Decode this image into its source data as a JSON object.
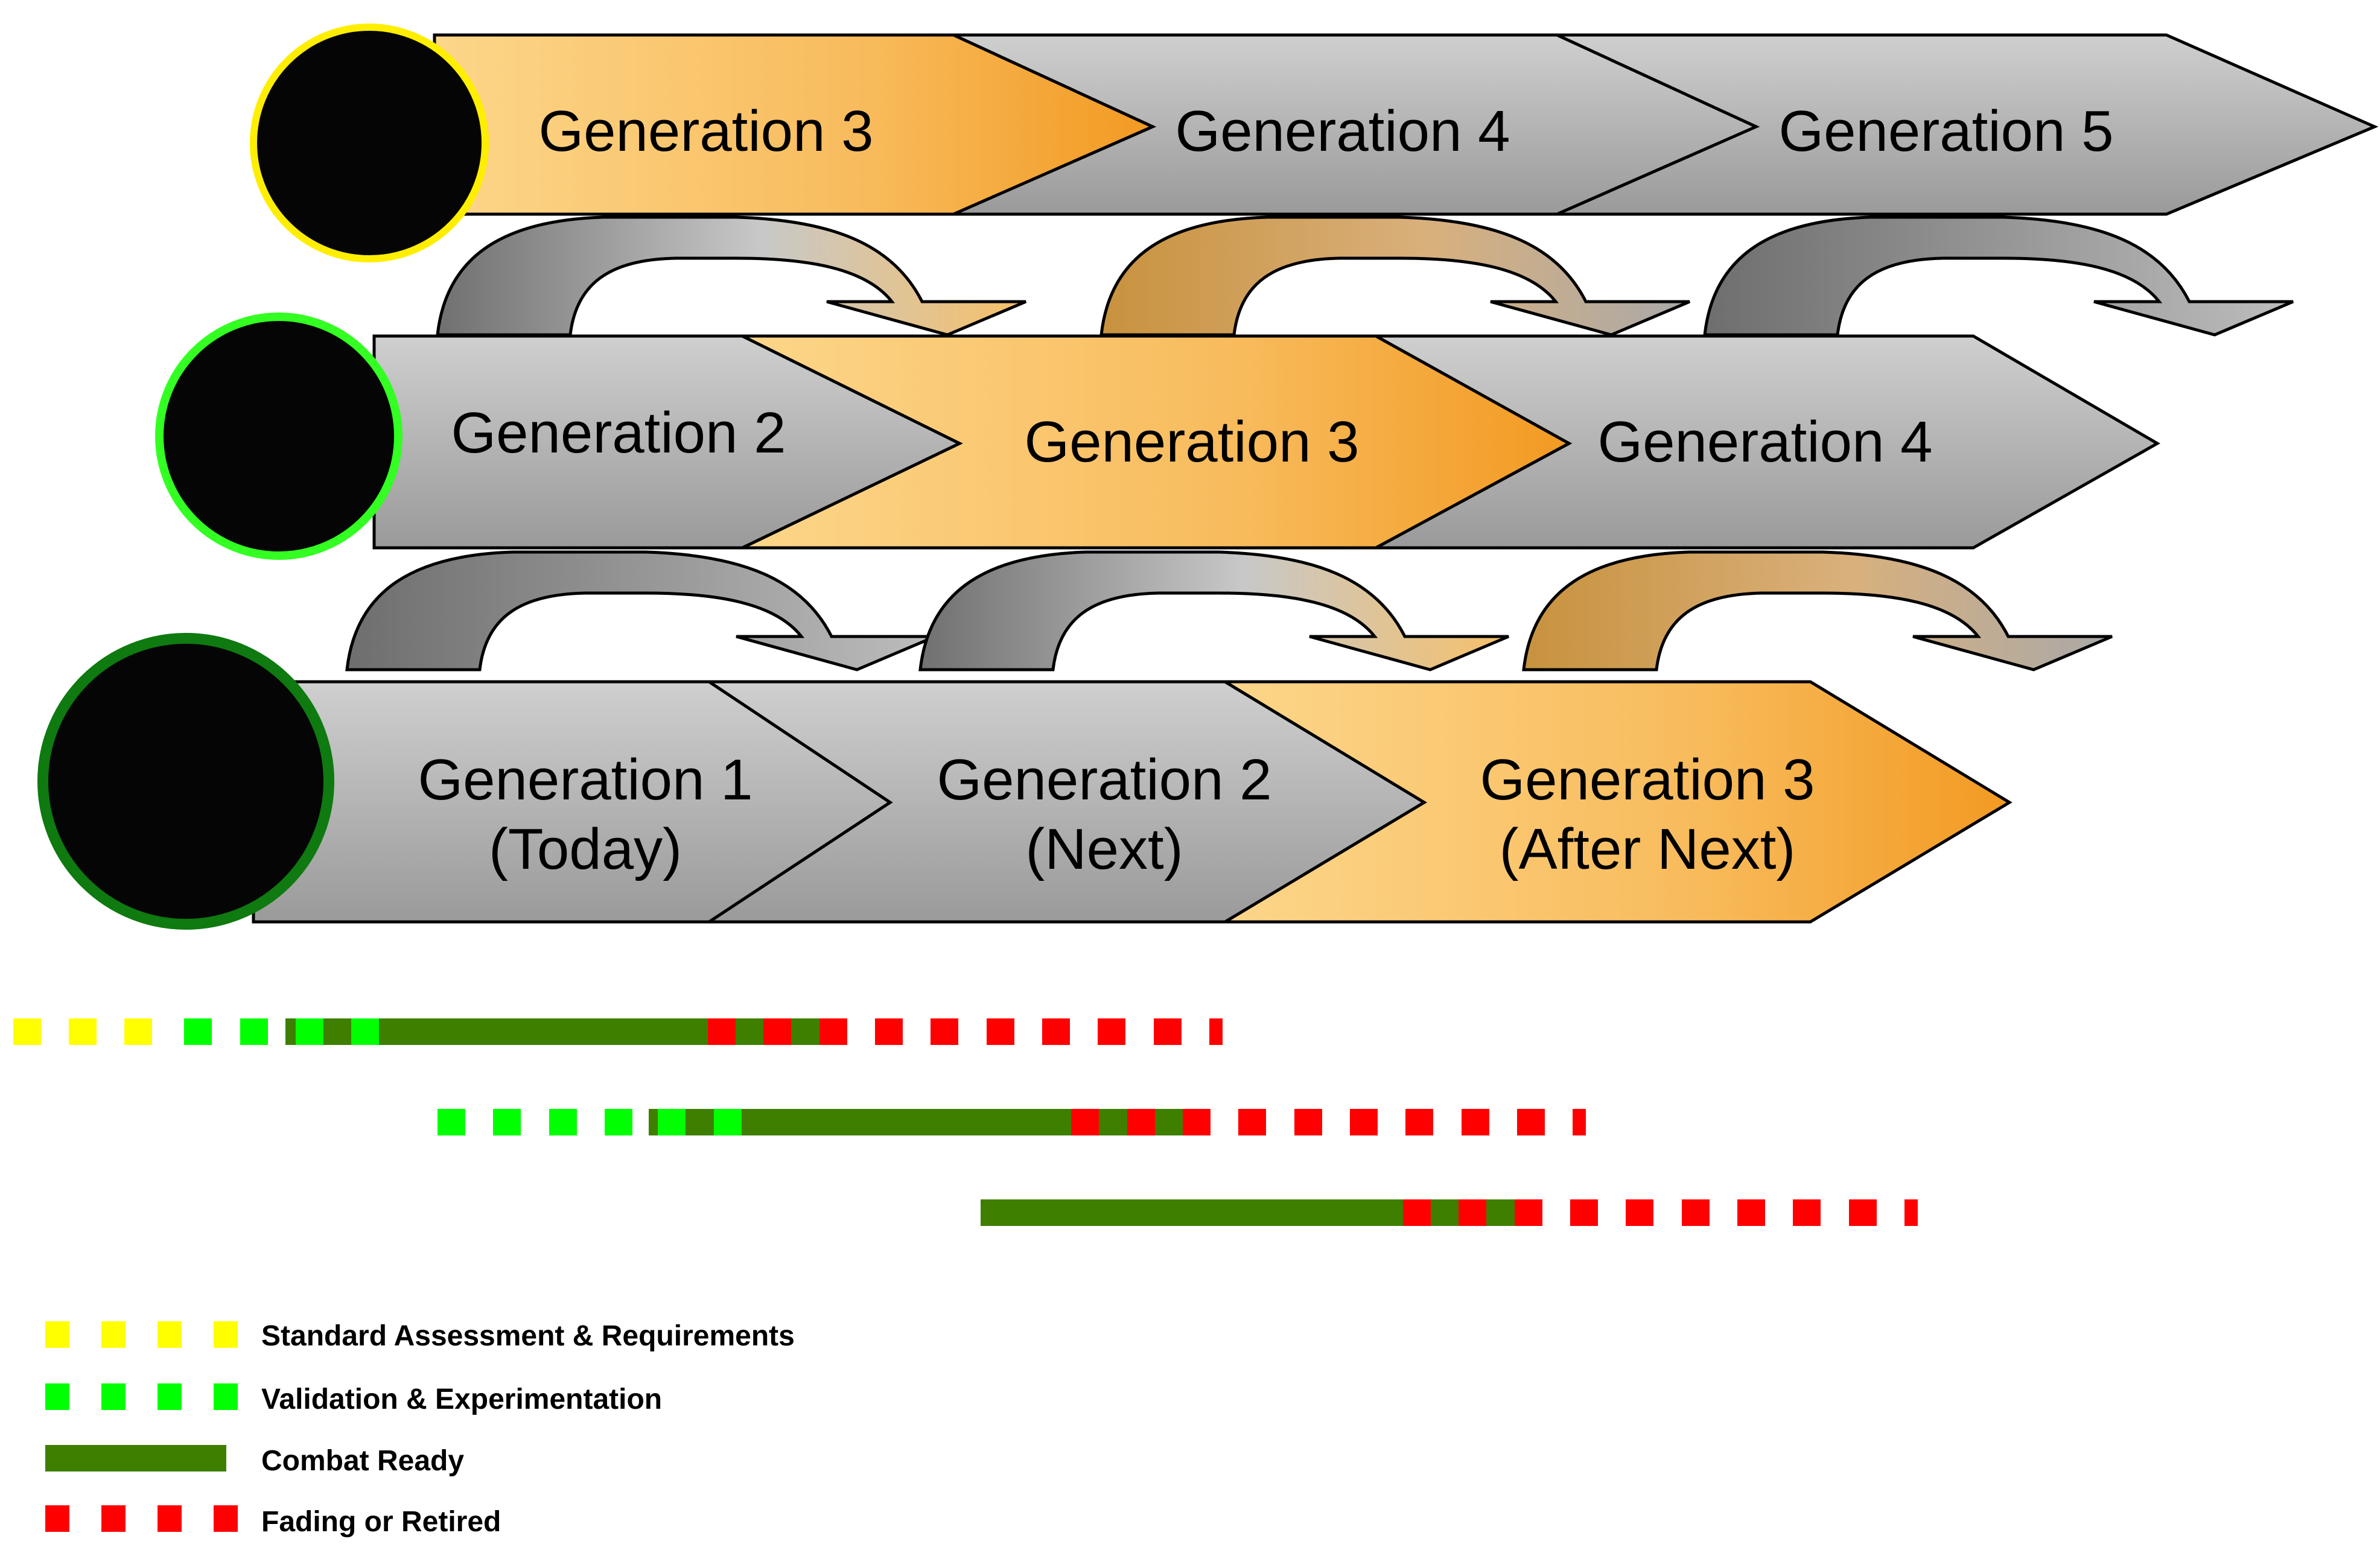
{
  "rows": [
    {
      "id": "row1",
      "ring_color": "#ffee00",
      "chevrons": [
        {
          "lines": [
            "Generation 3"
          ],
          "style": "orange"
        },
        {
          "lines": [
            "Generation 4"
          ],
          "style": "gray"
        },
        {
          "lines": [
            "Generation 5"
          ],
          "style": "gray"
        }
      ]
    },
    {
      "id": "row2",
      "ring_color": "#33ff22",
      "chevrons": [
        {
          "lines": [
            "Generation 2"
          ],
          "style": "gray"
        },
        {
          "lines": [
            "Generation 3"
          ],
          "style": "orange"
        },
        {
          "lines": [
            "Generation 4"
          ],
          "style": "gray"
        }
      ]
    },
    {
      "id": "row3",
      "ring_color": "#0e7a10",
      "chevrons": [
        {
          "lines": [
            "Generation 1",
            "(Today)"
          ],
          "style": "gray"
        },
        {
          "lines": [
            "Generation 2",
            "(Next)"
          ],
          "style": "gray"
        },
        {
          "lines": [
            "Generation 3",
            "(After Next)"
          ],
          "style": "orange"
        }
      ]
    }
  ],
  "legend": [
    {
      "key": "assessment",
      "label": "Standard Assessment & Requirements",
      "color": "#ffff00",
      "pattern": "dashed"
    },
    {
      "key": "validation",
      "label": "Validation & Experimentation",
      "color": "#00ff00",
      "pattern": "dashed"
    },
    {
      "key": "combat",
      "label": "Combat Ready",
      "color": "#3f7f00",
      "pattern": "solid"
    },
    {
      "key": "fading",
      "label": "Fading or Retired",
      "color": "#ff0000",
      "pattern": "dashed"
    }
  ],
  "colors": {
    "orange_light": "#fbd07a",
    "orange_dark": "#f39a24",
    "gray_light": "#c8c8c8",
    "gray_dark": "#979797",
    "outline": "#000000"
  }
}
